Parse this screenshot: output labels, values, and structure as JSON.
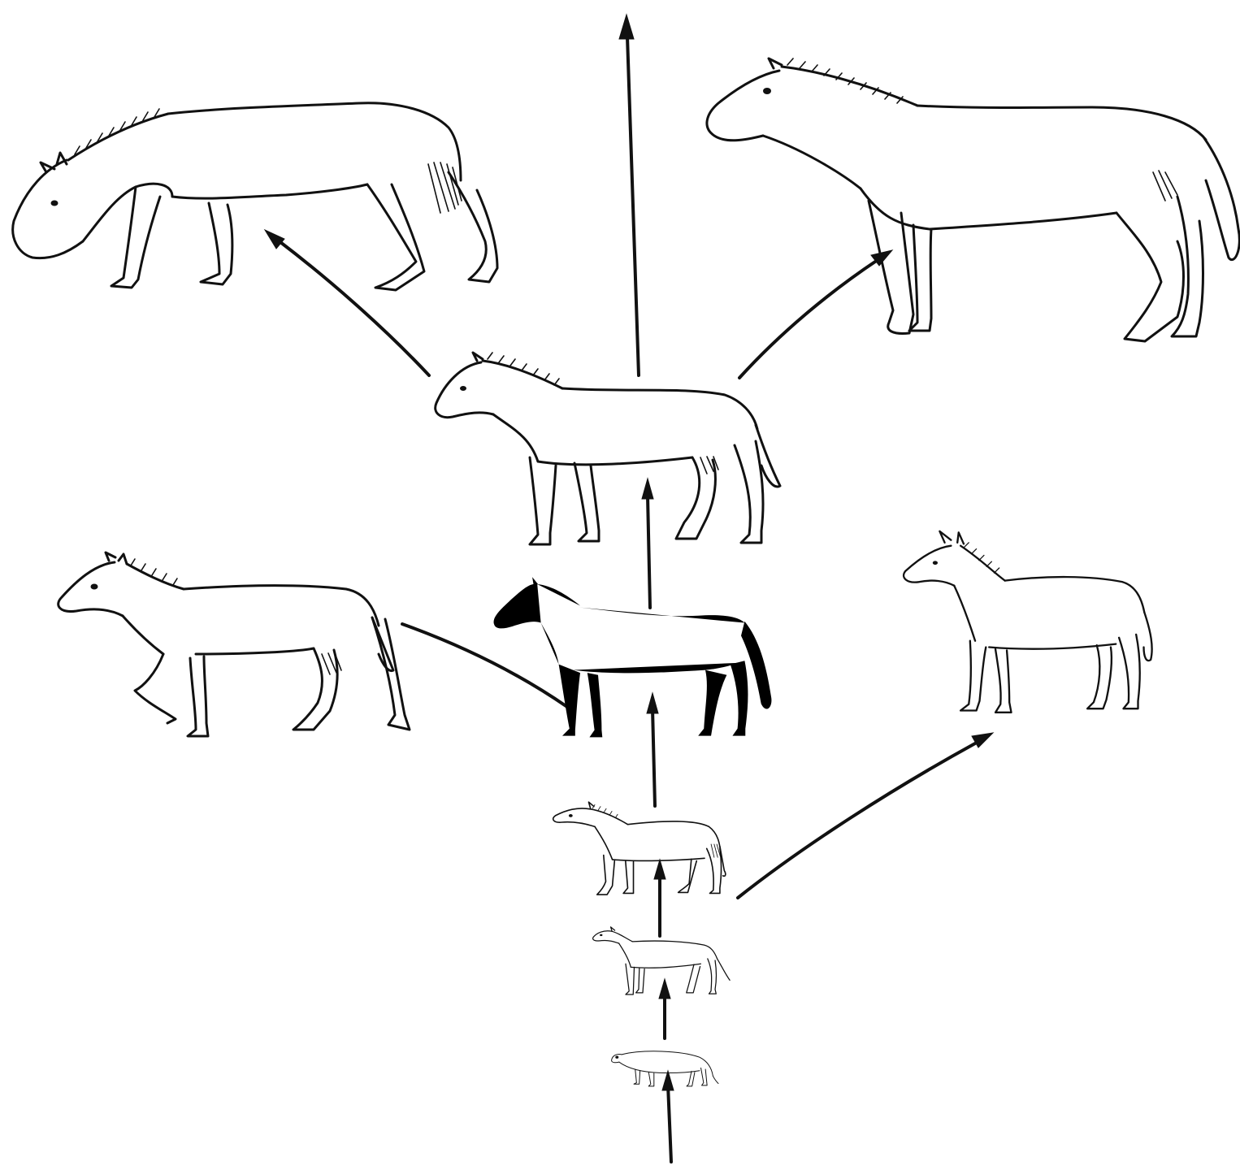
{
  "diagram": {
    "type": "phylogenetic-tree",
    "nodes": [
      {
        "id": "eohippus",
        "name": "eohippus-drawing"
      },
      {
        "id": "mesohippus",
        "name": "mesohippus-drawing"
      },
      {
        "id": "merychippus",
        "name": "merychippus-drawing"
      },
      {
        "id": "pliohippus",
        "name": "pliohippus-drawing"
      },
      {
        "id": "hipparion",
        "name": "hipparion-drawing"
      },
      {
        "id": "anchitherium",
        "name": "anchitherium-drawing"
      },
      {
        "id": "equus-early",
        "name": "early-equus-drawing"
      },
      {
        "id": "hippidion",
        "name": "hippidion-drawing"
      },
      {
        "id": "equus-modern",
        "name": "modern-horse-drawing"
      }
    ],
    "edges": [
      {
        "from": "root",
        "to": "eohippus"
      },
      {
        "from": "eohippus",
        "to": "mesohippus"
      },
      {
        "from": "mesohippus",
        "to": "merychippus"
      },
      {
        "from": "merychippus",
        "to": "pliohippus"
      },
      {
        "from": "merychippus",
        "to": "anchitherium"
      },
      {
        "from": "pliohippus",
        "to": "equus-early"
      },
      {
        "from": "pliohippus",
        "to": "hipparion"
      },
      {
        "from": "equus-early",
        "to": "hippidion"
      },
      {
        "from": "equus-early",
        "to": "equus-modern"
      },
      {
        "from": "equus-early",
        "to": "continuation"
      }
    ],
    "colors": {
      "line": "#111111",
      "background": "#ffffff"
    }
  }
}
